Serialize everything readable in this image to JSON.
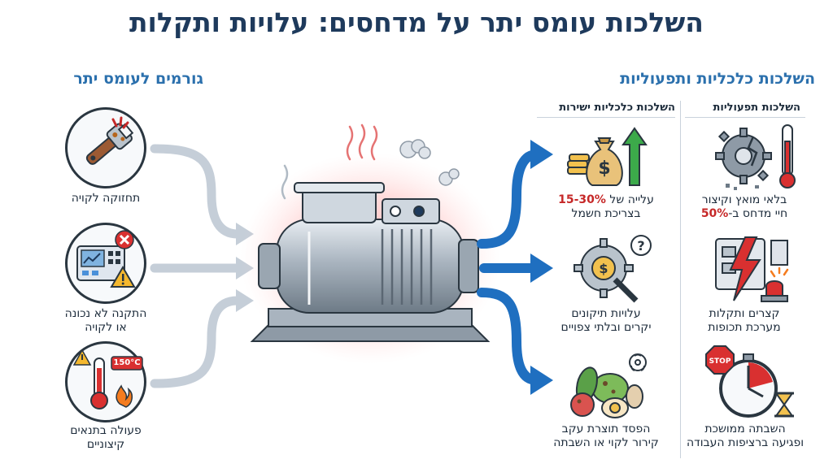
{
  "title": "השלכות עומס יתר על מדחסים: עלויות ותקלות",
  "left": {
    "heading": "גורמים לעומס יתר",
    "items": [
      {
        "icon": "wrench-icon",
        "label": "תחזוקה לקויה"
      },
      {
        "icon": "control-panel-icon",
        "label_line1": "התקנה לא נכונה",
        "label_line2": "או לקויה"
      },
      {
        "icon": "thermometer-icon",
        "badge": "150°C",
        "label_line1": "פעולה בתנאים",
        "label_line2": "קיצוניים"
      }
    ]
  },
  "right": {
    "heading": "השלכות כלכליות ותפעוליות",
    "col_economic": {
      "heading": "השלכות כלכליות ישירות",
      "items": [
        {
          "icon": "money-bag-icon",
          "line1_a": "עלייה של",
          "line1_b": "15-30%",
          "line2": "בצריכת חשמל"
        },
        {
          "icon": "repair-gear-icon",
          "line1": "עלויות תיקונים",
          "line2": "יקרים ובלתי צפויים"
        },
        {
          "icon": "spoiled-food-icon",
          "line1": "הפסד תוצרת עקב",
          "line2": "קירור לקוי או השבתה"
        }
      ]
    },
    "col_operational": {
      "heading": "השלכות תפעוליות",
      "items": [
        {
          "icon": "broken-gear-icon",
          "line1": "בלאי מואץ וקיצור",
          "line2_a": "חיי מדחס ב-",
          "line2_b": "50%"
        },
        {
          "icon": "electric-fault-icon",
          "line1": "קצרים ותקלות",
          "line2": "מערכת תכופות"
        },
        {
          "icon": "stopwatch-icon",
          "stop_text": "STOP",
          "line1": "השבתה ממושכת",
          "line2": "ופגיעה ברציפות העבודה"
        }
      ]
    }
  },
  "colors": {
    "title": "#1e3a5c",
    "heading": "#2b70ad",
    "arrow_blue": "#1f6fc0",
    "arrow_gray": "#c5ced8",
    "highlight": "#c62828"
  }
}
